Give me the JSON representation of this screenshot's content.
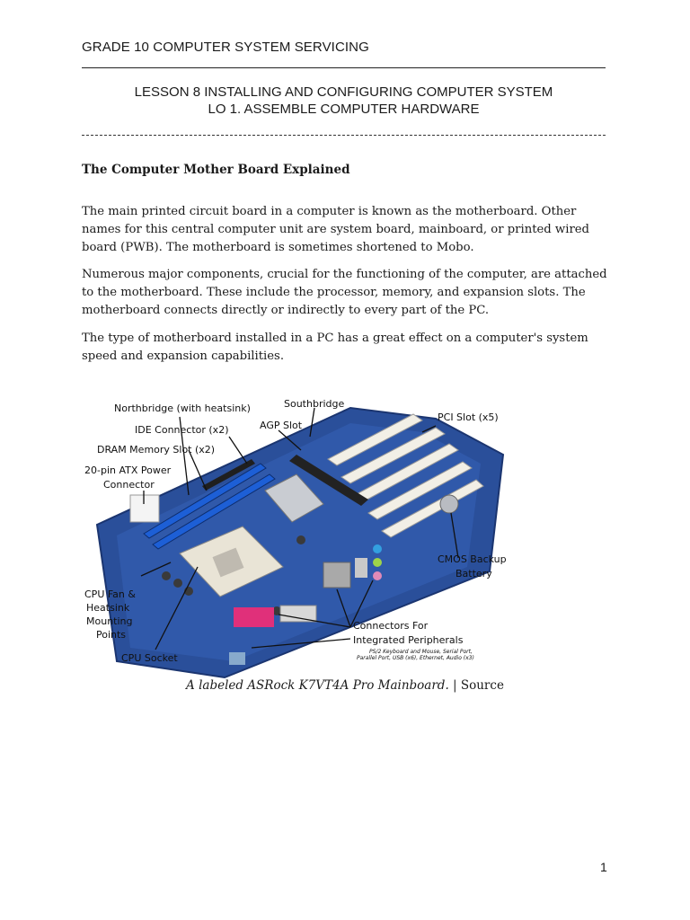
{
  "header": {
    "title": "GRADE 10 COMPUTER SYSTEM SERVICING",
    "lesson_line1": "LESSON 8 INSTALLING AND CONFIGURING COMPUTER SYSTEM",
    "lesson_line2": "LO 1. ASSEMBLE COMPUTER HARDWARE"
  },
  "section": {
    "heading": "The Computer Mother Board Explained",
    "paragraphs": [
      "The main printed circuit board in a computer is known as the motherboard. Other names for this central computer unit are system board, mainboard, or printed wired board (PWB). The motherboard is sometimes shortened to Mobo.",
      "Numerous major components, crucial for the functioning of the computer, are attached to the motherboard. These include the processor, memory, and expansion slots. The motherboard connects directly or indirectly to every part of the PC.",
      "The type of motherboard installed in a PC has a great effect on a computer's system speed and expansion capabilities."
    ]
  },
  "figure": {
    "labels": {
      "northbridge": "Northbridge (with heatsink)",
      "southbridge": "Southbridge",
      "ide": "IDE Connector (x2)",
      "agp": "AGP Slot",
      "pci": "PCI Slot (x5)",
      "dram": "DRAM Memory Slot (x2)",
      "atx1": "20-pin ATX Power",
      "atx2": "Connector",
      "cmos1": "CMOS Backup",
      "cmos2": "Battery",
      "fan1": "CPU Fan &",
      "fan2": "Heatsink",
      "fan3": "Mounting",
      "fan4": "Points",
      "socket": "CPU Socket",
      "conn1": "Connectors For",
      "conn2": "Integrated Peripherals",
      "small1": "PS/2 Keyboard and Mouse, Serial Port,",
      "small2": "Parallel Port, USB (x6), Ethernet, Audio (x3)"
    },
    "caption_italic": "A labeled ASRock K7VT4A Pro Mainboard.",
    "caption_rest": " | Source"
  },
  "footer": {
    "page_number": "1"
  }
}
